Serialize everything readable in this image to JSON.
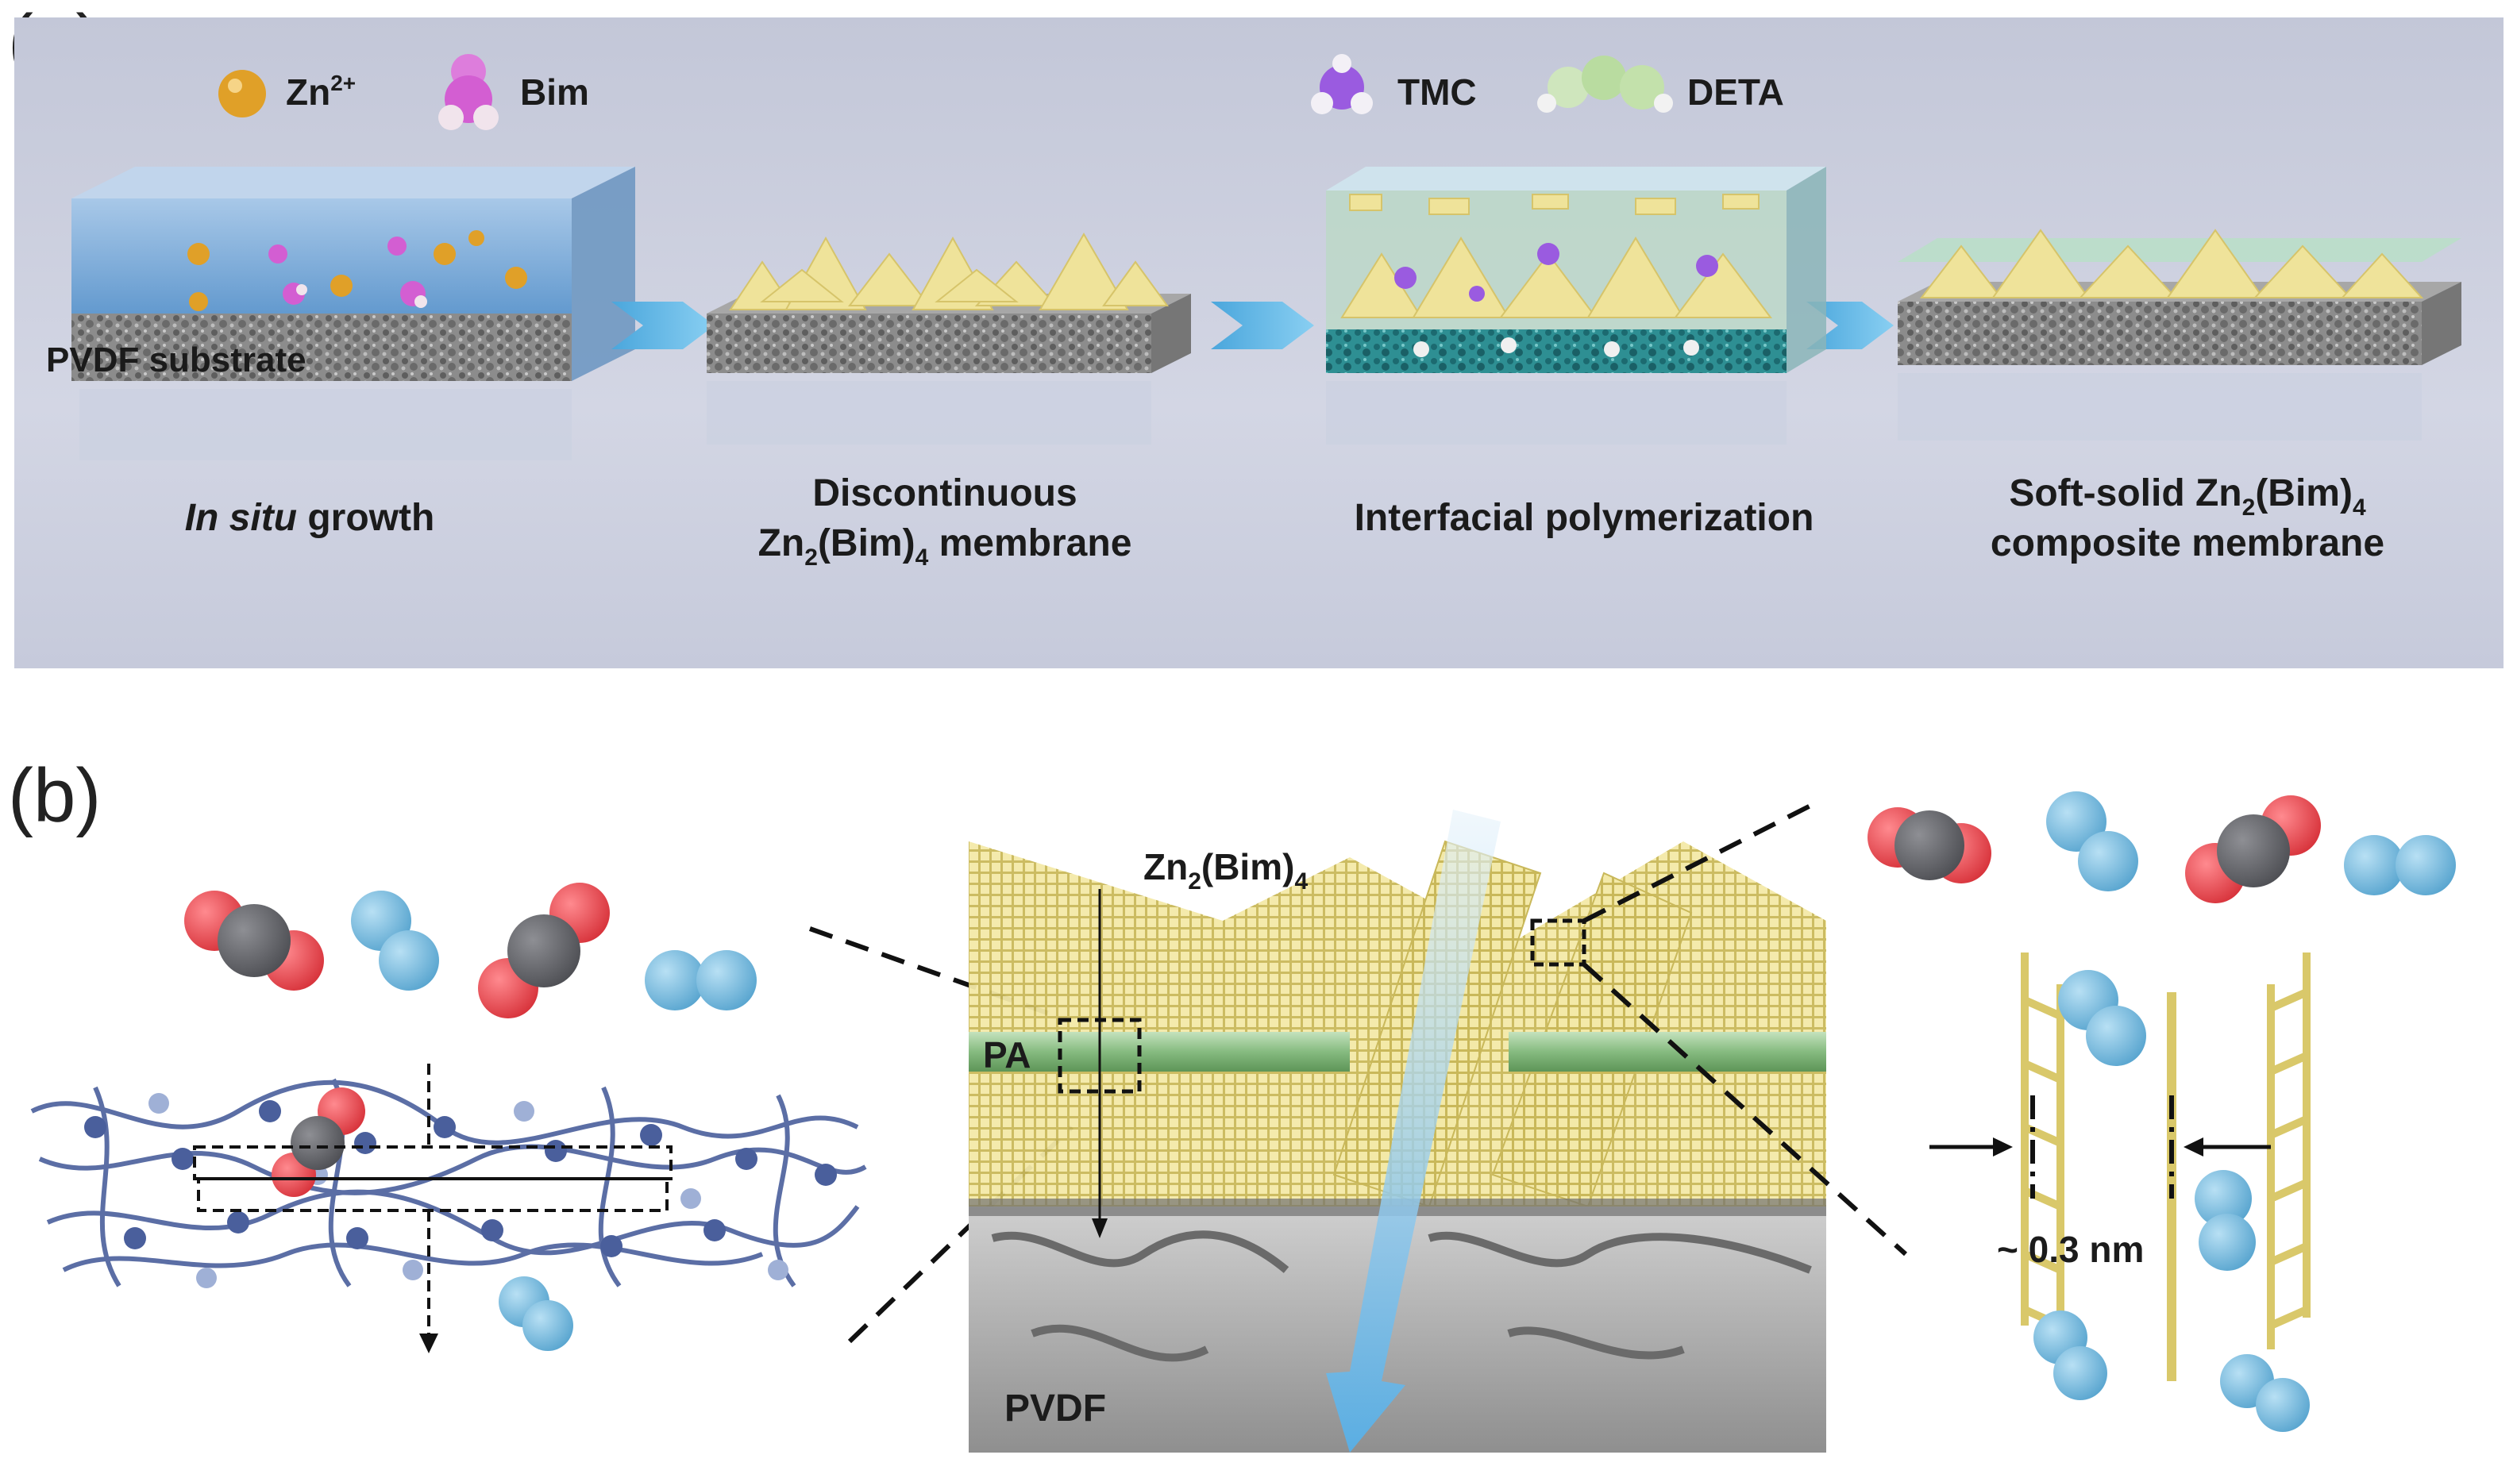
{
  "panel_a": {
    "label": "(a)",
    "legend_left": [
      {
        "label": "Zn",
        "sup": "2+",
        "icon": "zinc-ion-sphere-icon",
        "color": "#e0a028"
      },
      {
        "label": "Bim",
        "icon": "bim-molecule-icon",
        "color": "#d86ad8"
      }
    ],
    "legend_right": [
      {
        "label": "TMC",
        "icon": "tmc-molecule-icon",
        "color": "#9a5be0"
      },
      {
        "label": "DETA",
        "icon": "deta-molecule-icon",
        "color": "#b9dca0"
      }
    ],
    "substrate_label": "PVDF substrate",
    "steps": {
      "s1_italic": "In situ",
      "s1_rest": " growth",
      "s2_line1": "Discontinuous",
      "s2_l2_a": "Zn",
      "s2_l2_sub1": "2",
      "s2_l2_b": "(Bim)",
      "s2_l2_sub2": "4",
      "s2_l2_c": " membrane",
      "s3": "Interfacial polymerization",
      "s4_l1_a": "Soft-solid Zn",
      "s4_l1_sub1": "2",
      "s4_l1_b": "(Bim)",
      "s4_l1_sub2": "4",
      "s4_line2": "composite membrane"
    }
  },
  "panel_b": {
    "label": "(b)",
    "mof_a": "Zn",
    "mof_sub1": "2",
    "mof_b": "(Bim)",
    "mof_sub2": "4",
    "pa_label": "PA",
    "pvdf_label": "PVDF",
    "pore_label": "~ 0.3 nm"
  },
  "colors": {
    "co2_oxygen": "#e0434b",
    "co2_carbon": "#5f6064",
    "n2": "#7fbfe0",
    "mof_yellow": "#efe39a",
    "pa_green": "#8cbf85",
    "pvdf_gray": "#a9a9a9",
    "polymer_blue": "#4a5f9c",
    "arrow_blue": "#6fb7e6",
    "panel_a_bg": "#cdd1e1"
  }
}
